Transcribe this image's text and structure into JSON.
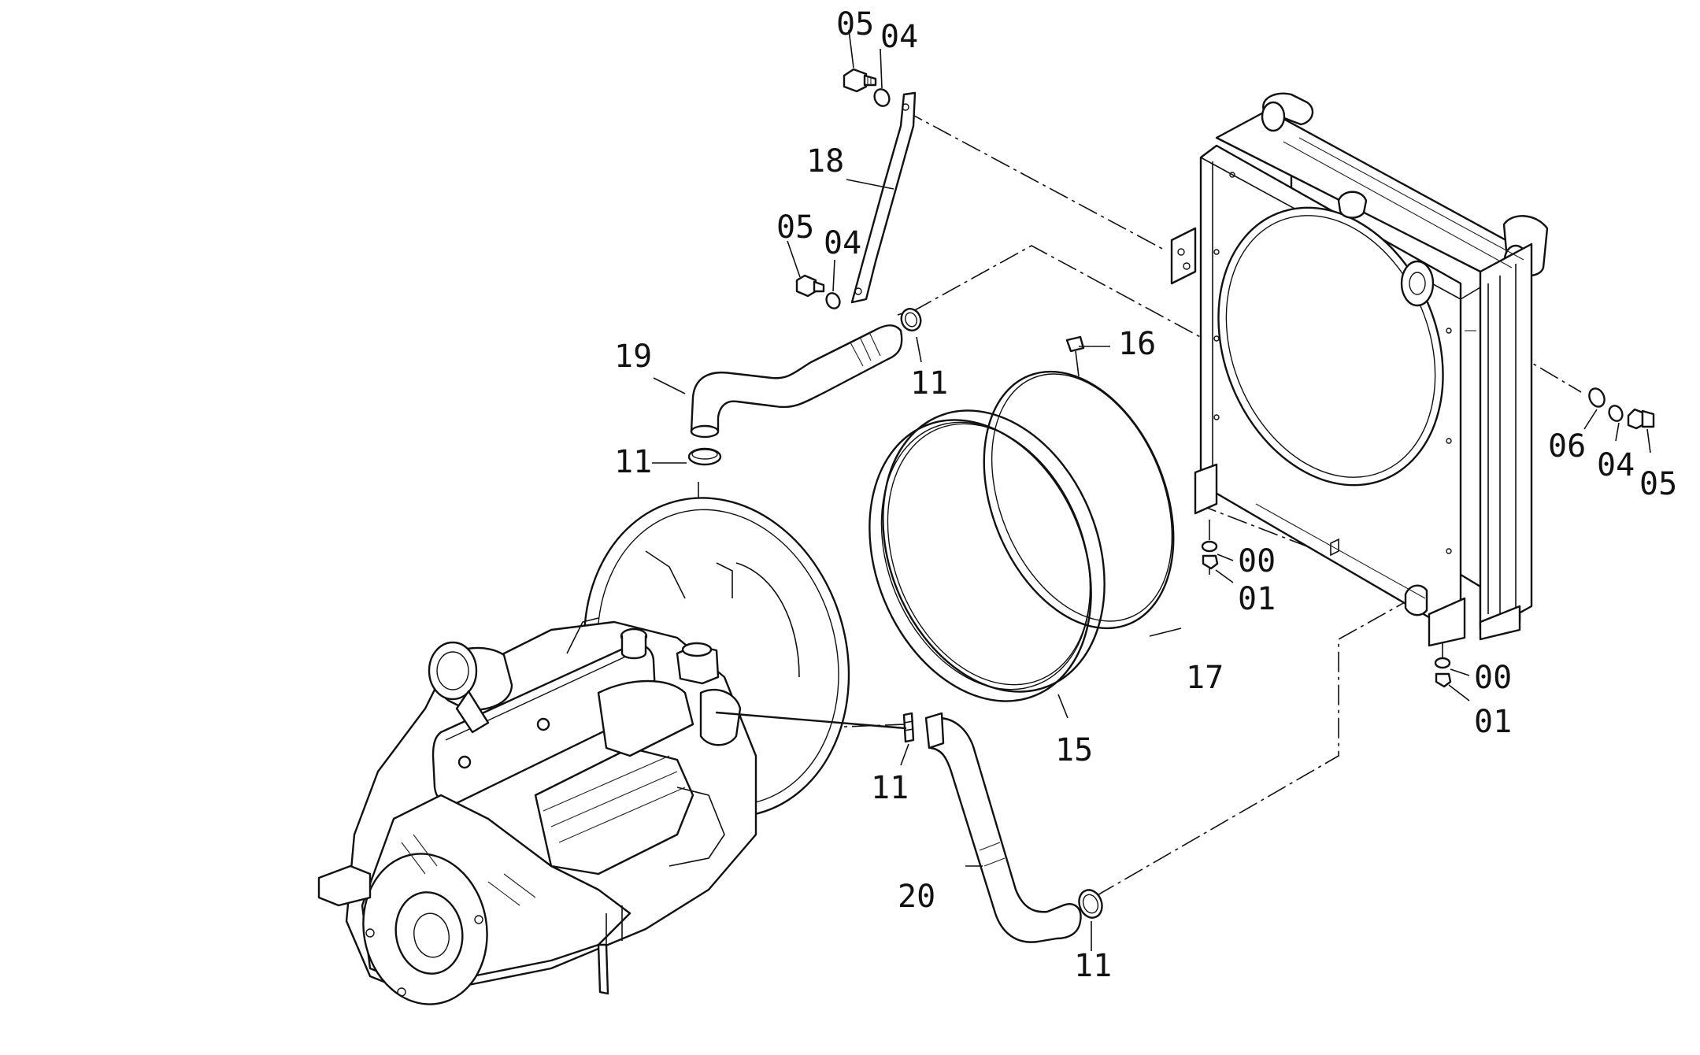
{
  "labels": {
    "c05_top": "05",
    "c04_top": "04",
    "c18": "18",
    "c05_mid": "05",
    "c04_mid": "04",
    "c19": "19",
    "c11_upper": "11",
    "c11_left": "11",
    "c16": "16",
    "c06_right": "06",
    "c04_right": "04",
    "c05_right": "05",
    "c00_mid": "00",
    "c01_mid": "01",
    "c17": "17",
    "c15": "15",
    "c00_low": "00",
    "c01_low": "01",
    "c11_clamp": "11",
    "c20": "20",
    "c11_bottom": "11"
  }
}
